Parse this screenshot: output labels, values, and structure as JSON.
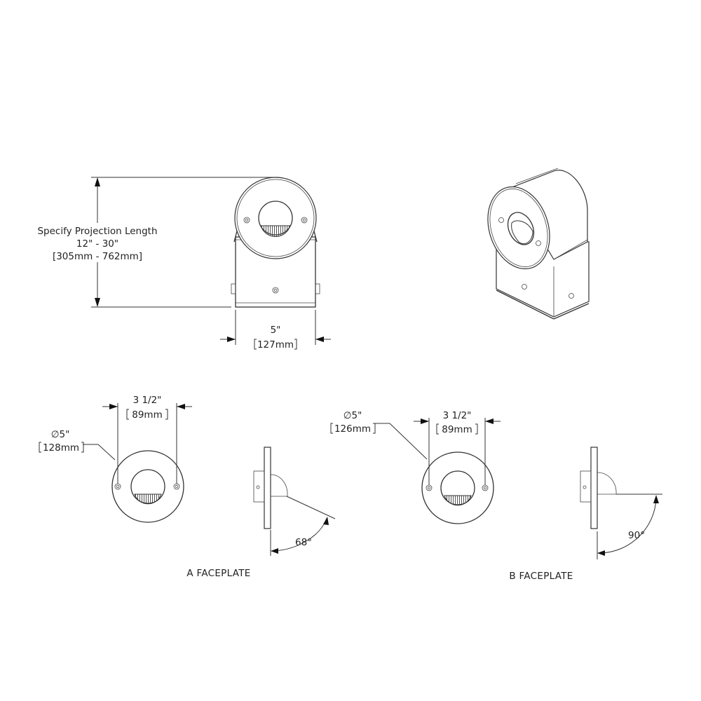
{
  "projection": {
    "line1": "Specify Projection Length",
    "line2": "12\" - 30\"",
    "line3": "[305mm - 762mm]"
  },
  "width_dim": {
    "imperial": "5\"",
    "metric": "127mm"
  },
  "faceplate_a": {
    "title": "A FACEPLATE",
    "diameter": "∅5\"",
    "diameter_metric": "128mm",
    "spacing": "3 1/2\"",
    "spacing_metric": "89mm",
    "angle": "68°"
  },
  "faceplate_b": {
    "title": "B FACEPLATE",
    "diameter": "∅5\"",
    "diameter_metric": "126mm",
    "spacing": "3 1/2\"",
    "spacing_metric": "89mm",
    "angle": "90°"
  }
}
